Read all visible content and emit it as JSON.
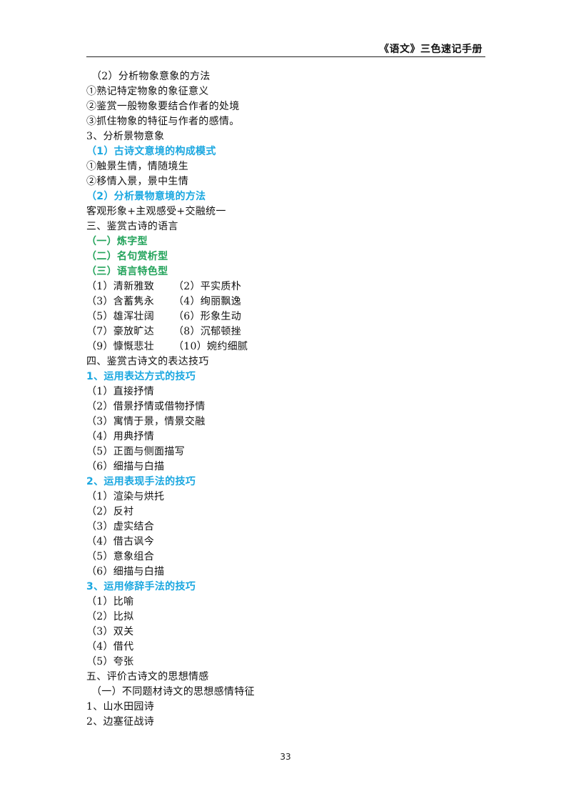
{
  "header": {
    "title": "《语文》三色速记手册"
  },
  "page_number": "33",
  "lines": {
    "l1": "（2）分析物象意象的方法",
    "l2": "①熟记特定物象的象征意义",
    "l3": "②鉴赏一般物象要结合作者的处境",
    "l4": "③抓住物象的特征与作者的感情。",
    "l5": "3、分析景物意象",
    "l6": "（1）古诗文意境的构成模式",
    "l7": "①触景生情，情随境生",
    "l8": "②移情入景，景中生情",
    "l9": "（2）分析景物意境的方法",
    "l10": "客观形象+主观感受+交融统一",
    "l11": "三、鉴赏古诗的语言",
    "l12": "（一）炼字型",
    "l13": "（二）名句赏析型",
    "l14": "（三）语言特色型",
    "p1a": "（1）清新雅致",
    "p1b": "（2）平实质朴",
    "p2a": "（3）含蓄隽永",
    "p2b": "（4）绚丽飘逸",
    "p3a": "（5）雄浑壮阔",
    "p3b": "（6）形象生动",
    "p4a": "（7）豪放旷达",
    "p4b": "（8）沉郁顿挫",
    "p5a": "（9）慷慨悲壮",
    "p5b": "（10）婉约细腻",
    "l20": "四、鉴赏古诗文的表达技巧",
    "l21": "1、运用表达方式的技巧",
    "l22": "（1）直接抒情",
    "l23": "（2）借景抒情或借物抒情",
    "l24": "（3）寓情于景，情景交融",
    "l25": "（4）用典抒情",
    "l26": "（5）正面与侧面描写",
    "l27": "（6）细描与白描",
    "l28": "2、运用表现手法的技巧",
    "l29": "（1）渲染与烘托",
    "l30": "（2）反衬",
    "l31": "（3）虚实结合",
    "l32": "（4）借古讽今",
    "l33": "（5）意象组合",
    "l34": "（6）细描与白描",
    "l35": "3、运用修辞手法的技巧",
    "l36": "（1）比喻",
    "l37": "（2）比拟",
    "l38": "（3）双关",
    "l39": "（4）借代",
    "l40": "（5）夸张",
    "l41": "五、评价古诗文的思想情感",
    "l42": "（一）不同题材诗文的思想感情特征",
    "l43": "1、山水田园诗",
    "l44": "2、边塞征战诗"
  }
}
